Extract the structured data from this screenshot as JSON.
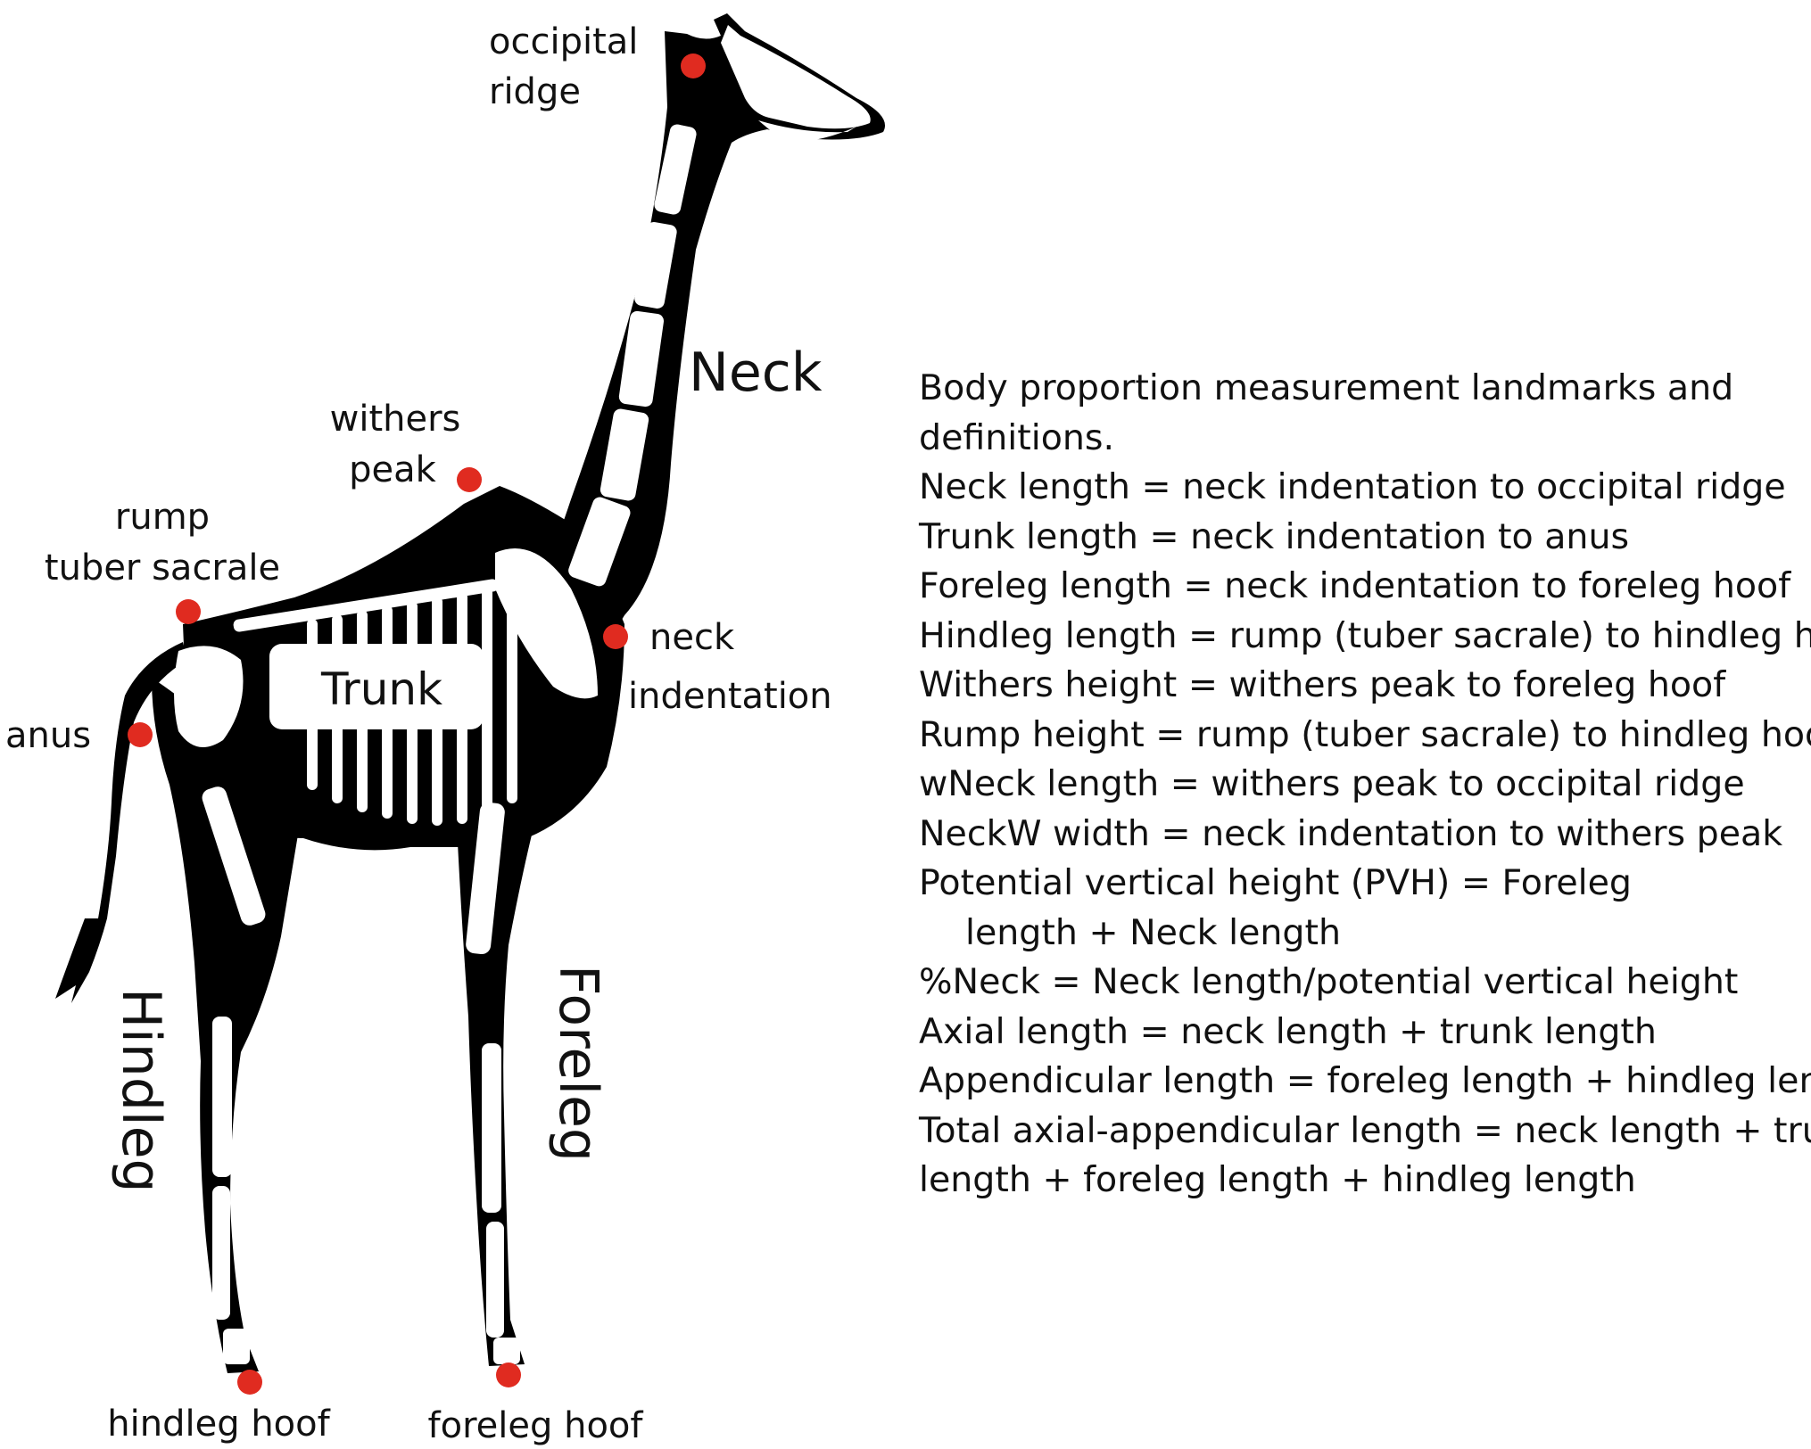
{
  "labels": {
    "occipital_ridge": [
      "occipital",
      "ridge"
    ],
    "neck": "Neck",
    "withers_peak": [
      "withers",
      "peak"
    ],
    "rump_tuber_sacrale": [
      "rump",
      "tuber sacrale"
    ],
    "neck_indentation": [
      "neck",
      "indentation"
    ],
    "anus": "anus",
    "trunk": "Trunk",
    "hindleg": "Hindleg",
    "foreleg": "Foreleg",
    "hindleg_hoof": "hindleg hoof",
    "foreleg_hoof": "foreleg hoof"
  },
  "colors": {
    "landmark": "#e02b20",
    "silhouette": "#000000",
    "bone": "#ffffff"
  },
  "definitions": [
    "Body proportion measurement landmarks and",
    "definitions.",
    "Neck length = neck indentation to occipital ridge",
    "Trunk length = neck indentation to anus",
    "Foreleg length = neck indentation to foreleg hoof",
    "Hindleg length = rump (tuber sacrale) to hindleg hoof",
    "Withers height = withers peak to foreleg hoof",
    "Rump height = rump (tuber sacrale) to hindleg hoof",
    "wNeck length = withers peak to occipital ridge",
    "NeckW width = neck indentation to withers peak",
    "Potential vertical height (PVH) =  Foreleg",
    "length + Neck length",
    "%Neck = Neck length/potential vertical height",
    "Axial length = neck length + trunk length",
    "Appendicular length = foreleg length + hindleg length",
    "Total axial-appendicular length = neck length + trunk",
    "length + foreleg length + hindleg length"
  ]
}
